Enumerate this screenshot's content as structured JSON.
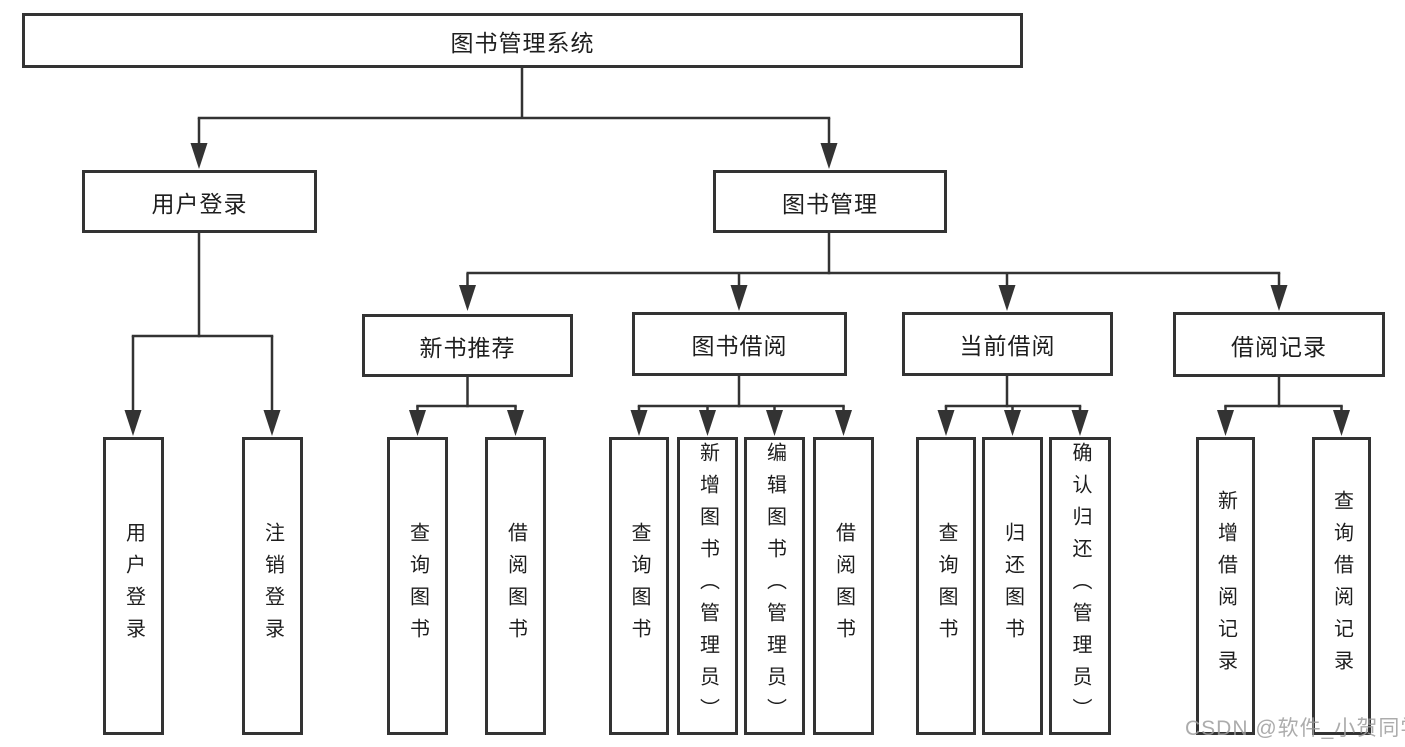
{
  "diagram": {
    "root": {
      "label": "图书管理系统",
      "children": [
        {
          "label": "用户登录",
          "children": [
            {
              "label": "用户登录"
            },
            {
              "label": "注销登录"
            }
          ]
        },
        {
          "label": "图书管理",
          "children": [
            {
              "label": "新书推荐",
              "children": [
                {
                  "label": "查询图书"
                },
                {
                  "label": "借阅图书"
                }
              ]
            },
            {
              "label": "图书借阅",
              "children": [
                {
                  "label": "查询图书"
                },
                {
                  "label": "新增图书（管理员）"
                },
                {
                  "label": "编辑图书（管理员）"
                },
                {
                  "label": "借阅图书"
                }
              ]
            },
            {
              "label": "当前借阅",
              "children": [
                {
                  "label": "查询图书"
                },
                {
                  "label": "归还图书"
                },
                {
                  "label": "确认归还（管理员）"
                }
              ]
            },
            {
              "label": "借阅记录",
              "children": [
                {
                  "label": "新增借阅记录"
                },
                {
                  "label": "查询借阅记录"
                }
              ]
            }
          ]
        }
      ]
    },
    "line_color": "#333333",
    "watermark": "CSDN @软件_小贺同学"
  }
}
